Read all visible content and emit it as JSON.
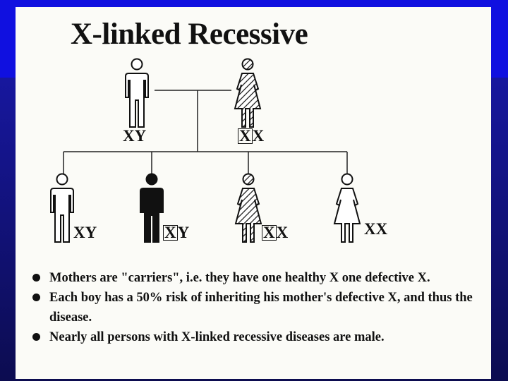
{
  "title": "X-linked Recessive",
  "parents": {
    "father": {
      "genotype": "XY",
      "affected": false,
      "carrier": false
    },
    "mother": {
      "genotype_marked": "X",
      "genotype_rest": "X",
      "affected": false,
      "carrier": true
    }
  },
  "children": [
    {
      "sex": "male",
      "genotype": "XY",
      "affected": false
    },
    {
      "sex": "male",
      "genotype_marked": "X",
      "genotype_rest": "Y",
      "affected": true
    },
    {
      "sex": "female",
      "genotype_marked": "X",
      "genotype_rest": "X",
      "carrier": true
    },
    {
      "sex": "female",
      "genotype": "XX",
      "affected": false
    }
  ],
  "legend": {
    "affected_fill": "solid black",
    "carrier_fill": "diagonal hatching"
  },
  "notes": [
    "Mothers are \"carriers\", i.e. they have one healthy X one defective X.",
    "Each boy has a 50% risk of inheriting his mother's defective X, and thus the disease.",
    "Nearly all persons with X-linked recessive diseases are male."
  ],
  "colors": {
    "slide_bg": "#fbfbf7",
    "frame_blue": "#1010e0",
    "ink": "#111111"
  }
}
